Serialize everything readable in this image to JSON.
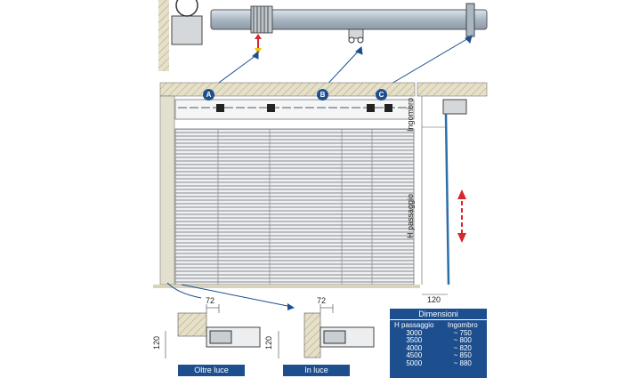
{
  "callouts": [
    "A",
    "B",
    "C"
  ],
  "labels": {
    "ingombro": "Ingombro",
    "h_passaggio": "H passaggio",
    "dim_120_side": "120",
    "dim_72_left": "72",
    "dim_72_right": "72",
    "dim_120_left": "120",
    "dim_120_mid": "120"
  },
  "detail_captions": [
    "Oltre luce",
    "In luce"
  ],
  "table": {
    "title": "Dimensioni",
    "headers": [
      "H  passaggio",
      "Ingombro"
    ],
    "rows": [
      [
        "3000",
        "~ 750"
      ],
      [
        "3500",
        "~ 800"
      ],
      [
        "4000",
        "~ 820"
      ],
      [
        "4500",
        "~ 850"
      ],
      [
        "5000",
        "~ 880"
      ]
    ]
  },
  "colors": {
    "accent_blue": "#1d4f8f",
    "arrow_red": "#d8262d",
    "arrow_yellow": "#f1c40f",
    "wall_hatch": "#c9c2a6",
    "slat": "#b9bcc0"
  }
}
